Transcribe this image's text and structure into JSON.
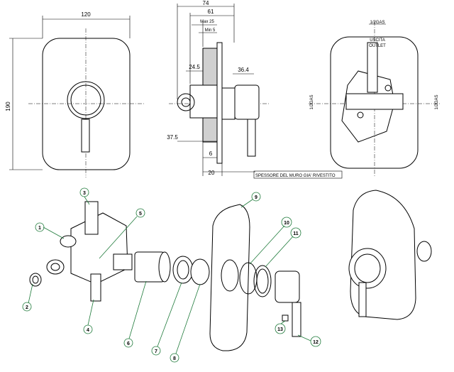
{
  "front_view": {
    "width_dim": "120",
    "height_dim": "190"
  },
  "side_view": {
    "dims": [
      "74",
      "61",
      "Max 25",
      "Min 5",
      "24.5",
      "36.4",
      "37.5",
      "6",
      "20"
    ],
    "wall_note": "SPESSORE DEL MURO GIA' RIVESTITO"
  },
  "rear_view": {
    "top_label": "1/2GAS",
    "outlet_label_it": "USCITA",
    "outlet_label_en": "OUTLET",
    "left_label": "1/2GAS",
    "right_label": "1/2GAS"
  },
  "parts": [
    "1",
    "2",
    "3",
    "4",
    "5",
    "6",
    "7",
    "8",
    "9",
    "10",
    "11",
    "12",
    "13"
  ]
}
